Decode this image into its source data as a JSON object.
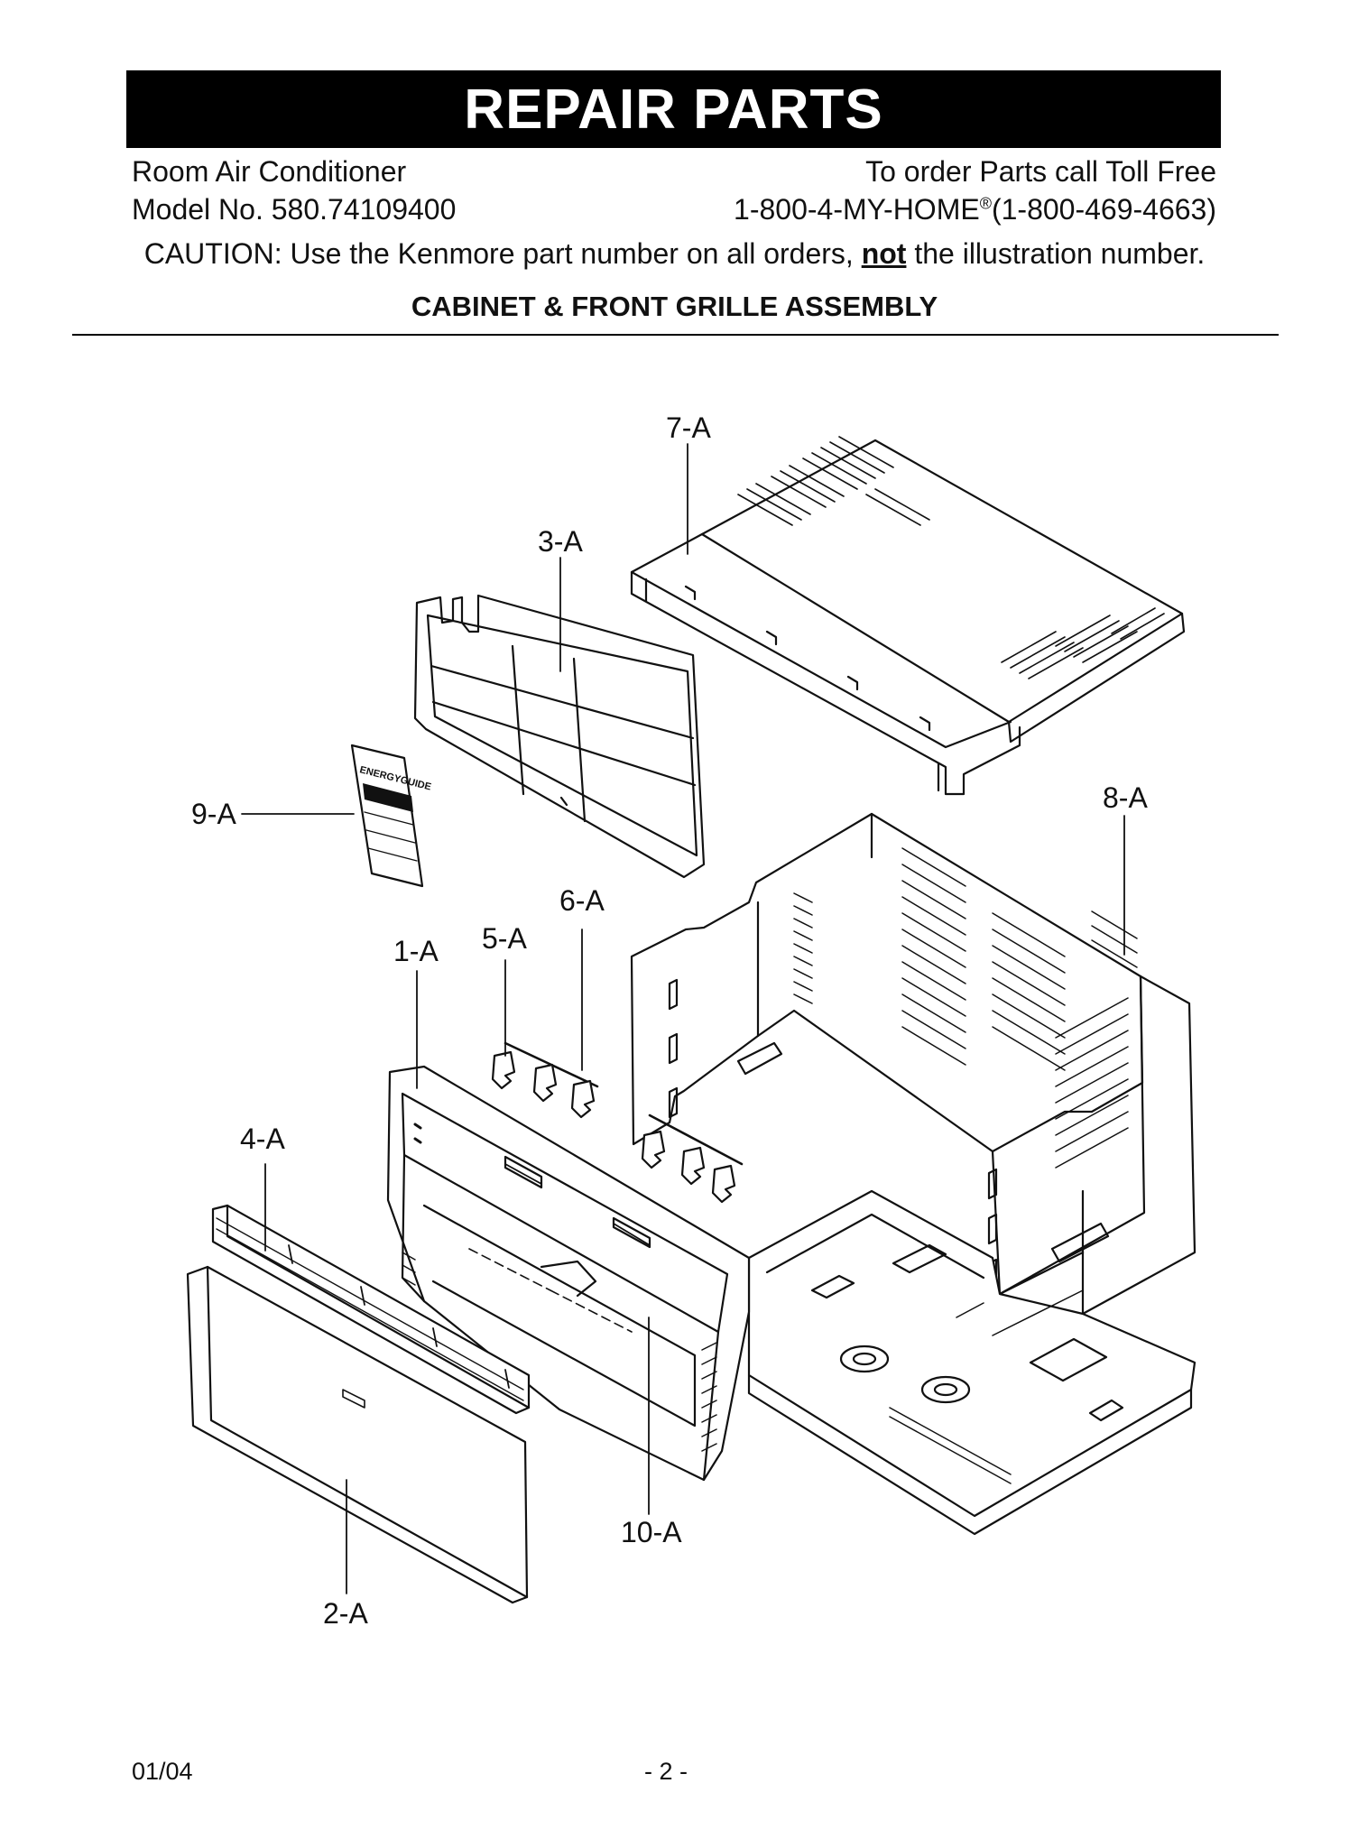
{
  "title": "REPAIR PARTS",
  "header": {
    "product": "Room Air Conditioner",
    "model": "Model No. 580.74109400",
    "order_line": "To order Parts call Toll Free",
    "phone_prefix": "1-800-4-MY-HOME",
    "phone_mark": "®",
    "phone_suffix": "(1-800-469-4663)"
  },
  "caution": {
    "before": "CAUTION: Use the Kenmore part number on all orders, ",
    "emphasis": "not",
    "after": " the illustration number."
  },
  "section_title": "CABINET & FRONT GRILLE ASSEMBLY",
  "callouts": {
    "c1": "1-A",
    "c2": "2-A",
    "c3": "3-A",
    "c4": "4-A",
    "c5": "5-A",
    "c6": "6-A",
    "c7": "7-A",
    "c8": "8-A",
    "c9": "9-A",
    "c10": "10-A"
  },
  "label_text": "ENERGYGUIDE",
  "footer": {
    "date": "01/04",
    "page": "- 2 -"
  }
}
